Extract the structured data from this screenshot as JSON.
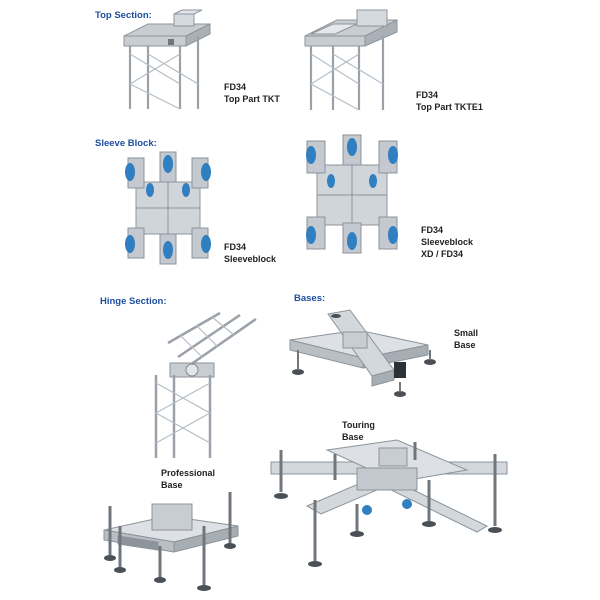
{
  "sections": {
    "top_section": "Top Section:",
    "sleeve_block": "Sleeve Block:",
    "hinge_section": "Hinge Section:",
    "bases": "Bases:"
  },
  "products": {
    "top_part_tkt": {
      "line1": "FD34",
      "line2": "Top Part TKT"
    },
    "top_part_tkte1": {
      "line1": "FD34",
      "line2": "Top Part TKTE1"
    },
    "sleeveblock": {
      "line1": "FD34",
      "line2": "Sleeveblock"
    },
    "sleeveblock_xd": {
      "line1": "FD34",
      "line2": "Sleeveblock",
      "line3": "XD / FD34"
    },
    "small_base": {
      "line1": "Small",
      "line2": "Base"
    },
    "touring_base": {
      "line1": "Touring",
      "line2": "Base"
    },
    "professional_base": {
      "line1": "Professional",
      "line2": "Base"
    }
  },
  "colors": {
    "heading": "#1d4e9e",
    "metal": "#c3c9cf",
    "metal_dark": "#7f868d",
    "accent_blue": "#2f7fc1"
  }
}
